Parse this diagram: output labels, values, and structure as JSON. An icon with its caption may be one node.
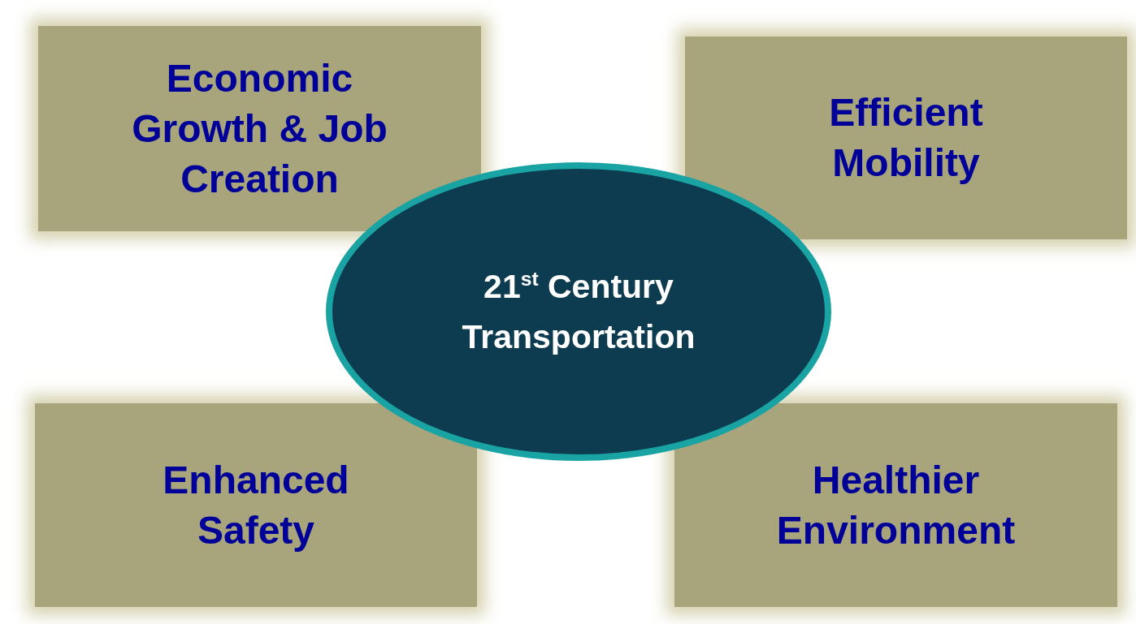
{
  "diagram": {
    "nodes": [
      {
        "text": [
          "Economic Growth & Job Creation"
        ]
      },
      {
        "text": [
          "Efficient Mobility"
        ]
      },
      {
        "text": [
          "21$^{st}$ Century Transportation"
        ]
      },
      {
        "text": [
          "Enhanced Safety"
        ]
      },
      {
        "text": [
          "Healthier Environment"
        ]
      }
    ]
  }
}
